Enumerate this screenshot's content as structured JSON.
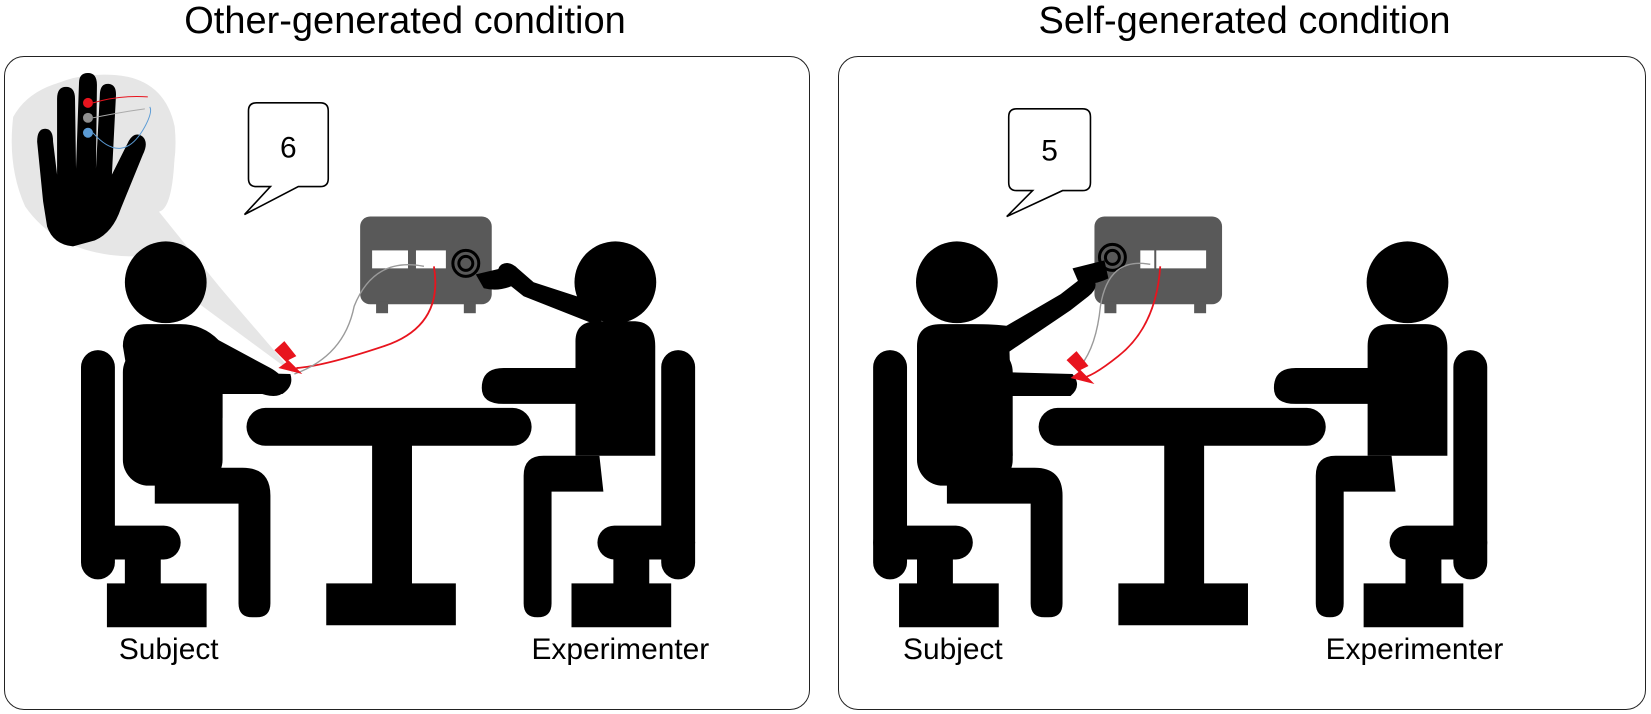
{
  "panels": [
    {
      "title": "Other-generated condition",
      "rating": "6",
      "labels": {
        "subject": "Subject",
        "experimenter": "Experimenter"
      }
    },
    {
      "title": "Self-generated condition",
      "rating": "5",
      "labels": {
        "subject": "Subject",
        "experimenter": "Experimenter"
      }
    }
  ],
  "colors": {
    "figure": "#000000",
    "device": "#595959",
    "wire_red": "#e8141e",
    "wire_grey": "#9a9a9a",
    "inset_bg": "#e6e6e6",
    "electrode_red": "#e8141e",
    "electrode_grey": "#8f8f8f",
    "electrode_blue": "#5b9bd5"
  }
}
